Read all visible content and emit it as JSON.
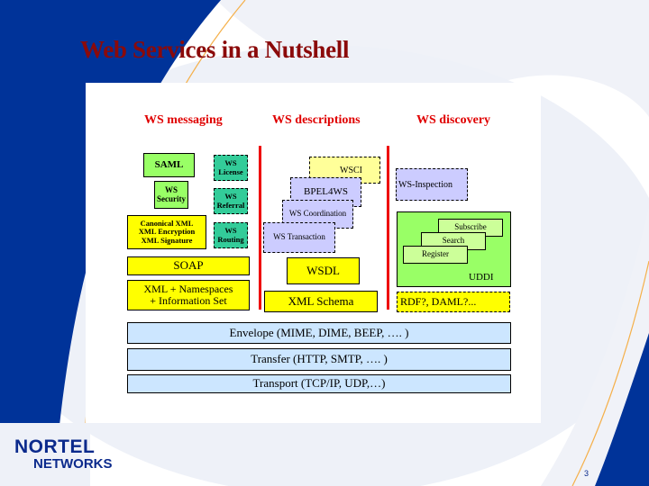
{
  "slide": {
    "title": "Web Services in a Nutshell",
    "page_number": "3",
    "logo": {
      "line1": "NORTEL",
      "line2": "NETWORKS"
    }
  },
  "colors": {
    "title": "#8b0a0a",
    "column_header": "#e00000",
    "divider": "#ee0000",
    "brand_blue": "#0b2a8c"
  },
  "columns": [
    {
      "label": "WS messaging"
    },
    {
      "label": "WS descriptions"
    },
    {
      "label": "WS discovery"
    }
  ],
  "messaging": {
    "saml": "SAML",
    "ws_security": [
      "WS",
      "Security"
    ],
    "xml_security": [
      "Canonical XML",
      "XML Encryption",
      "XML Signature"
    ],
    "ws_license": [
      "WS",
      "License"
    ],
    "ws_referral": [
      "WS",
      "Referral"
    ],
    "ws_routing": [
      "WS",
      "Routing"
    ],
    "soap": "SOAP",
    "xml_ns": [
      "XML + Namespaces",
      "+ Information Set"
    ]
  },
  "descriptions": {
    "wsci": "WSCI",
    "bpel4ws": "BPEL4WS",
    "ws_coordination": "WS Coordination",
    "ws_transaction": "WS Transaction",
    "wsdl": "WSDL",
    "xml_schema": "XML Schema"
  },
  "discovery": {
    "ws_inspection": "WS-Inspection",
    "subscribe": "Subscribe",
    "search": "Search",
    "register": "Register",
    "uddi": "UDDI",
    "rdf_daml": "RDF?, DAML?..."
  },
  "layers": [
    {
      "label": "Envelope (MIME, DIME, BEEP, …. )"
    },
    {
      "label": "Transfer (HTTP, SMTP, …. )"
    },
    {
      "label": "Transport (TCP/IP, UDP,…)"
    }
  ]
}
